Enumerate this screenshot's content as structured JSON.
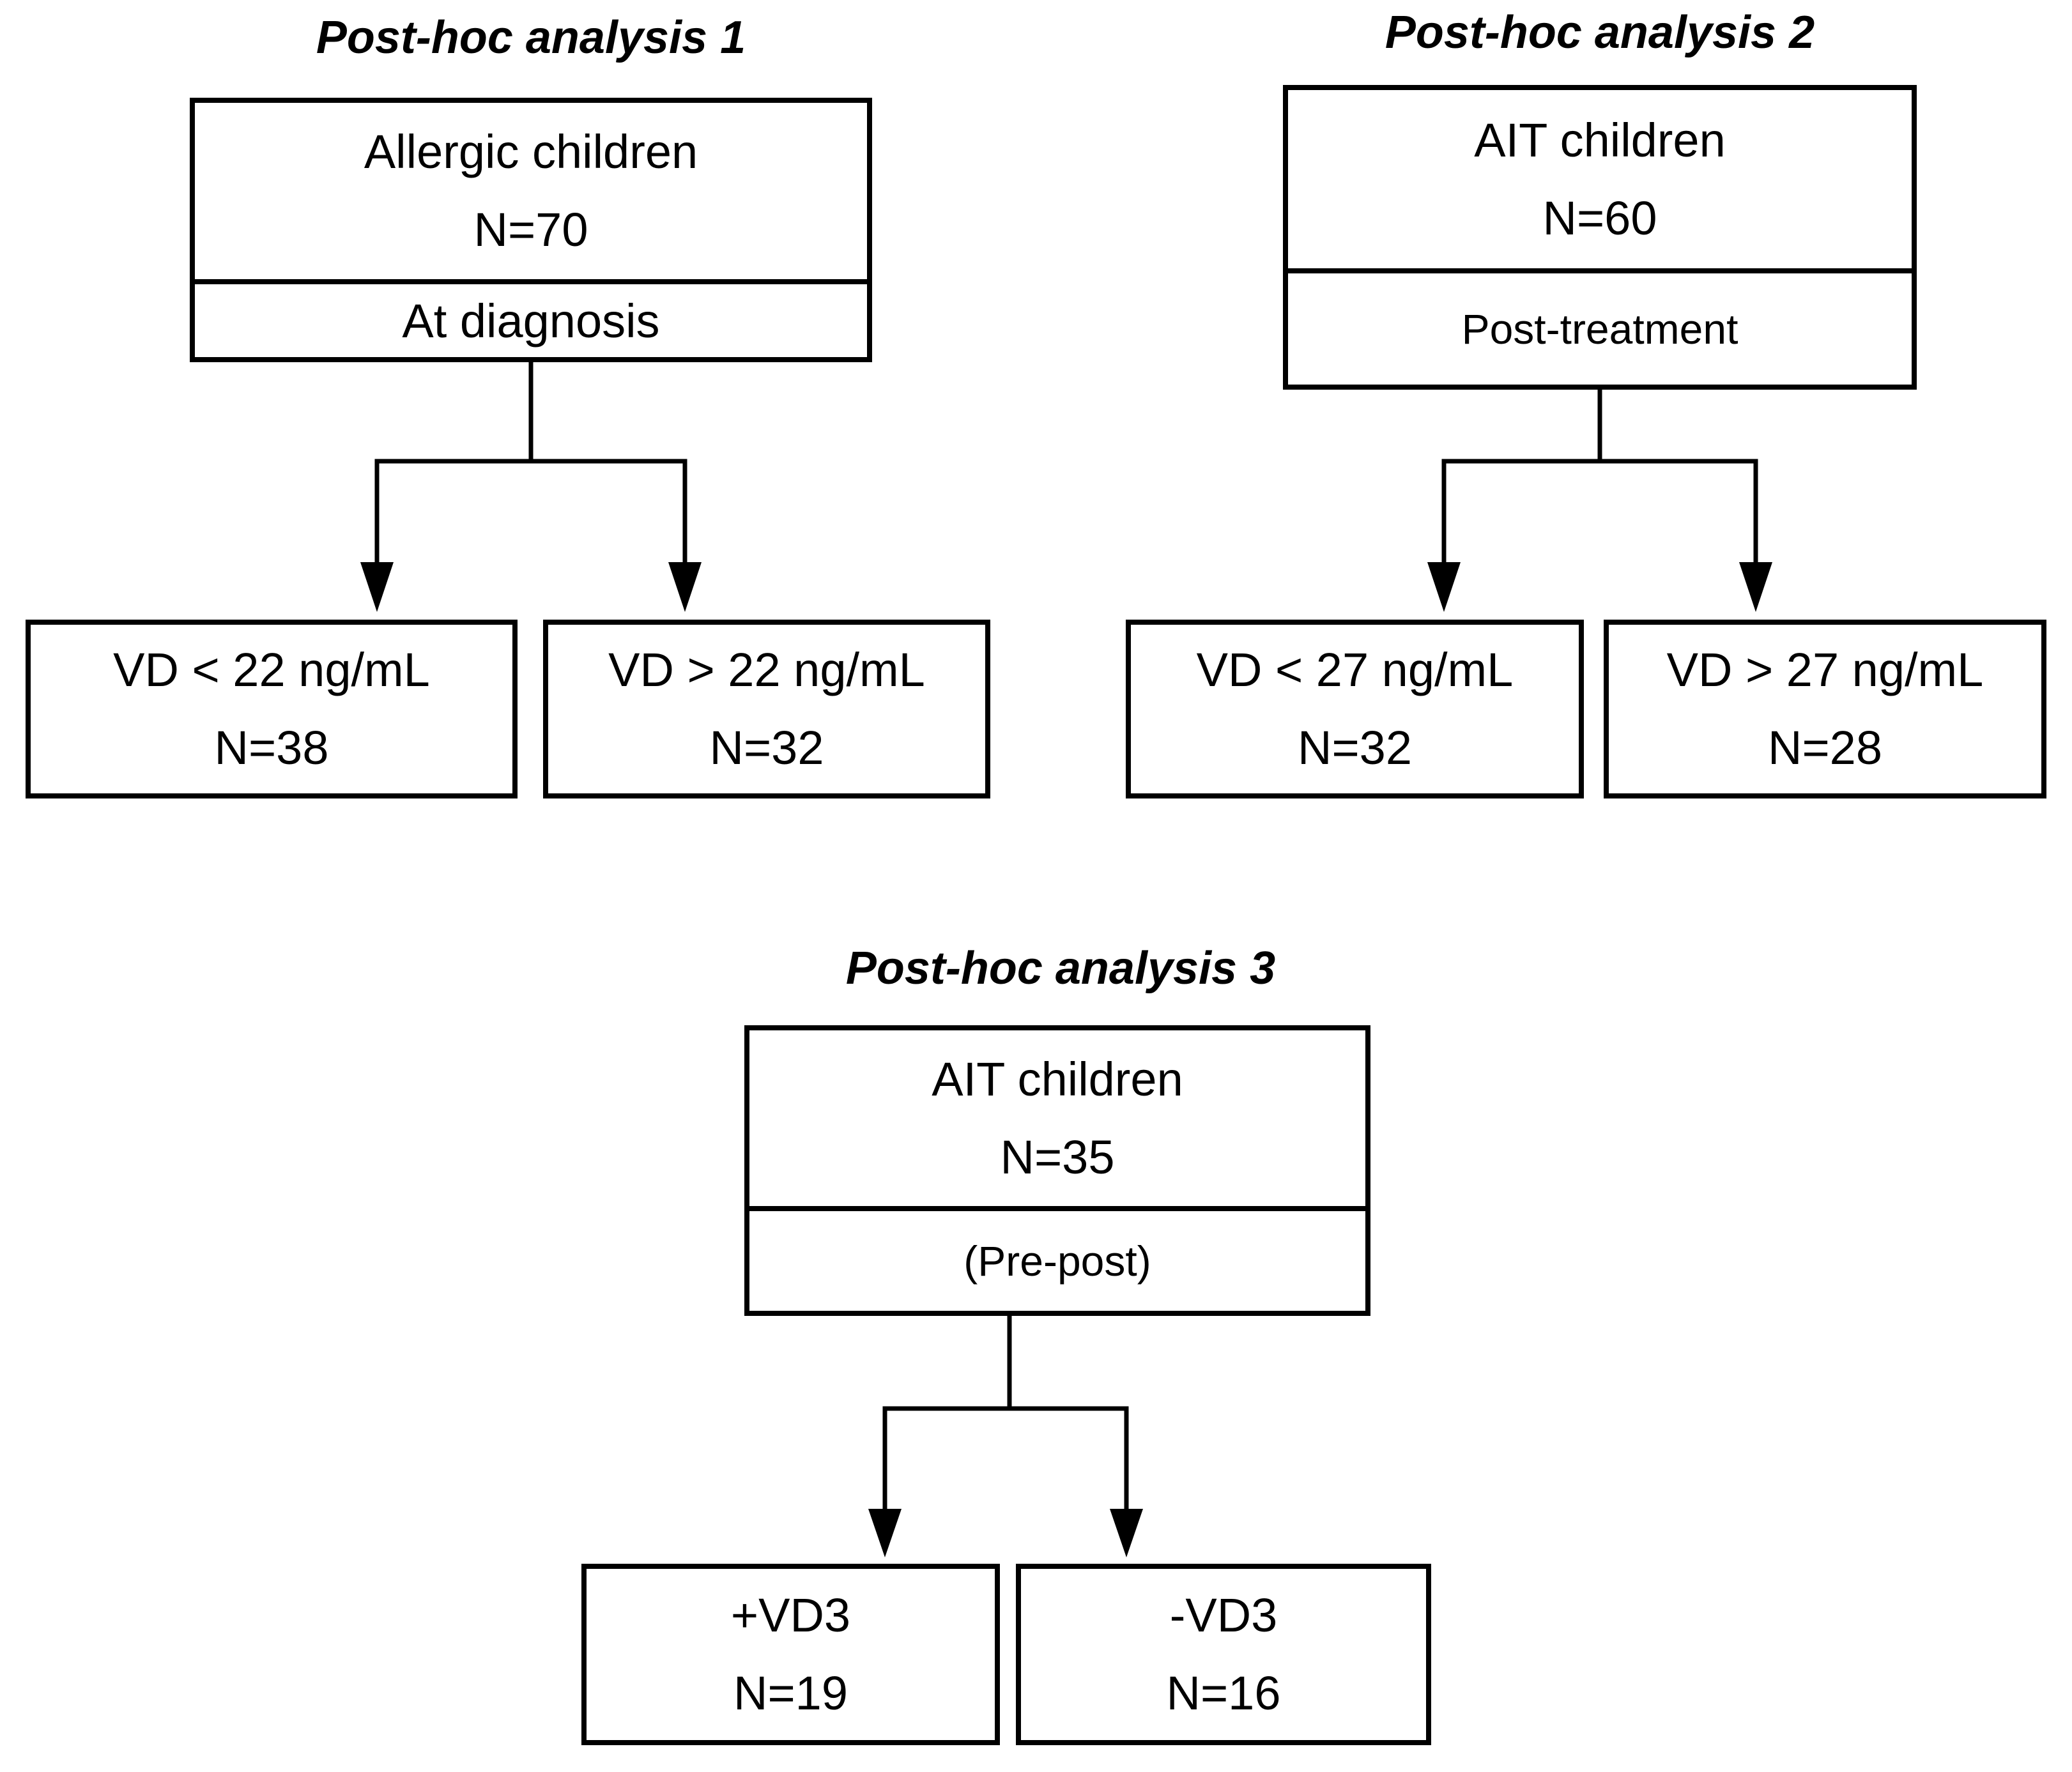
{
  "figure": {
    "background_color": "#ffffff",
    "line_color": "#000000",
    "text_color": "#000000",
    "description": "Three post-hoc analysis flowcharts of vitamin D (VD) status in allergic / AIT children"
  },
  "analyses": [
    {
      "title": "Post-hoc analysis 1",
      "root": {
        "line1": "Allergic children",
        "line2": "N=70",
        "stage": "At diagnosis"
      },
      "branch_left": {
        "line1": "VD < 22 ng/mL",
        "line2": "N=38"
      },
      "branch_right": {
        "line1": "VD > 22 ng/mL",
        "line2": "N=32"
      }
    },
    {
      "title": "Post-hoc analysis 2",
      "root": {
        "line1": "AIT children",
        "line2": "N=60",
        "stage": "Post-treatment"
      },
      "branch_left": {
        "line1": "VD < 27 ng/mL",
        "line2": "N=32"
      },
      "branch_right": {
        "line1": "VD > 27 ng/mL",
        "line2": "N=28"
      }
    },
    {
      "title": "Post-hoc analysis 3",
      "root": {
        "line1": "AIT children",
        "line2": "N=35",
        "stage": "(Pre-post)"
      },
      "branch_left": {
        "line1": "+VD3",
        "line2": "N=19"
      },
      "branch_right": {
        "line1": "-VD3",
        "line2": "N=16"
      }
    }
  ]
}
